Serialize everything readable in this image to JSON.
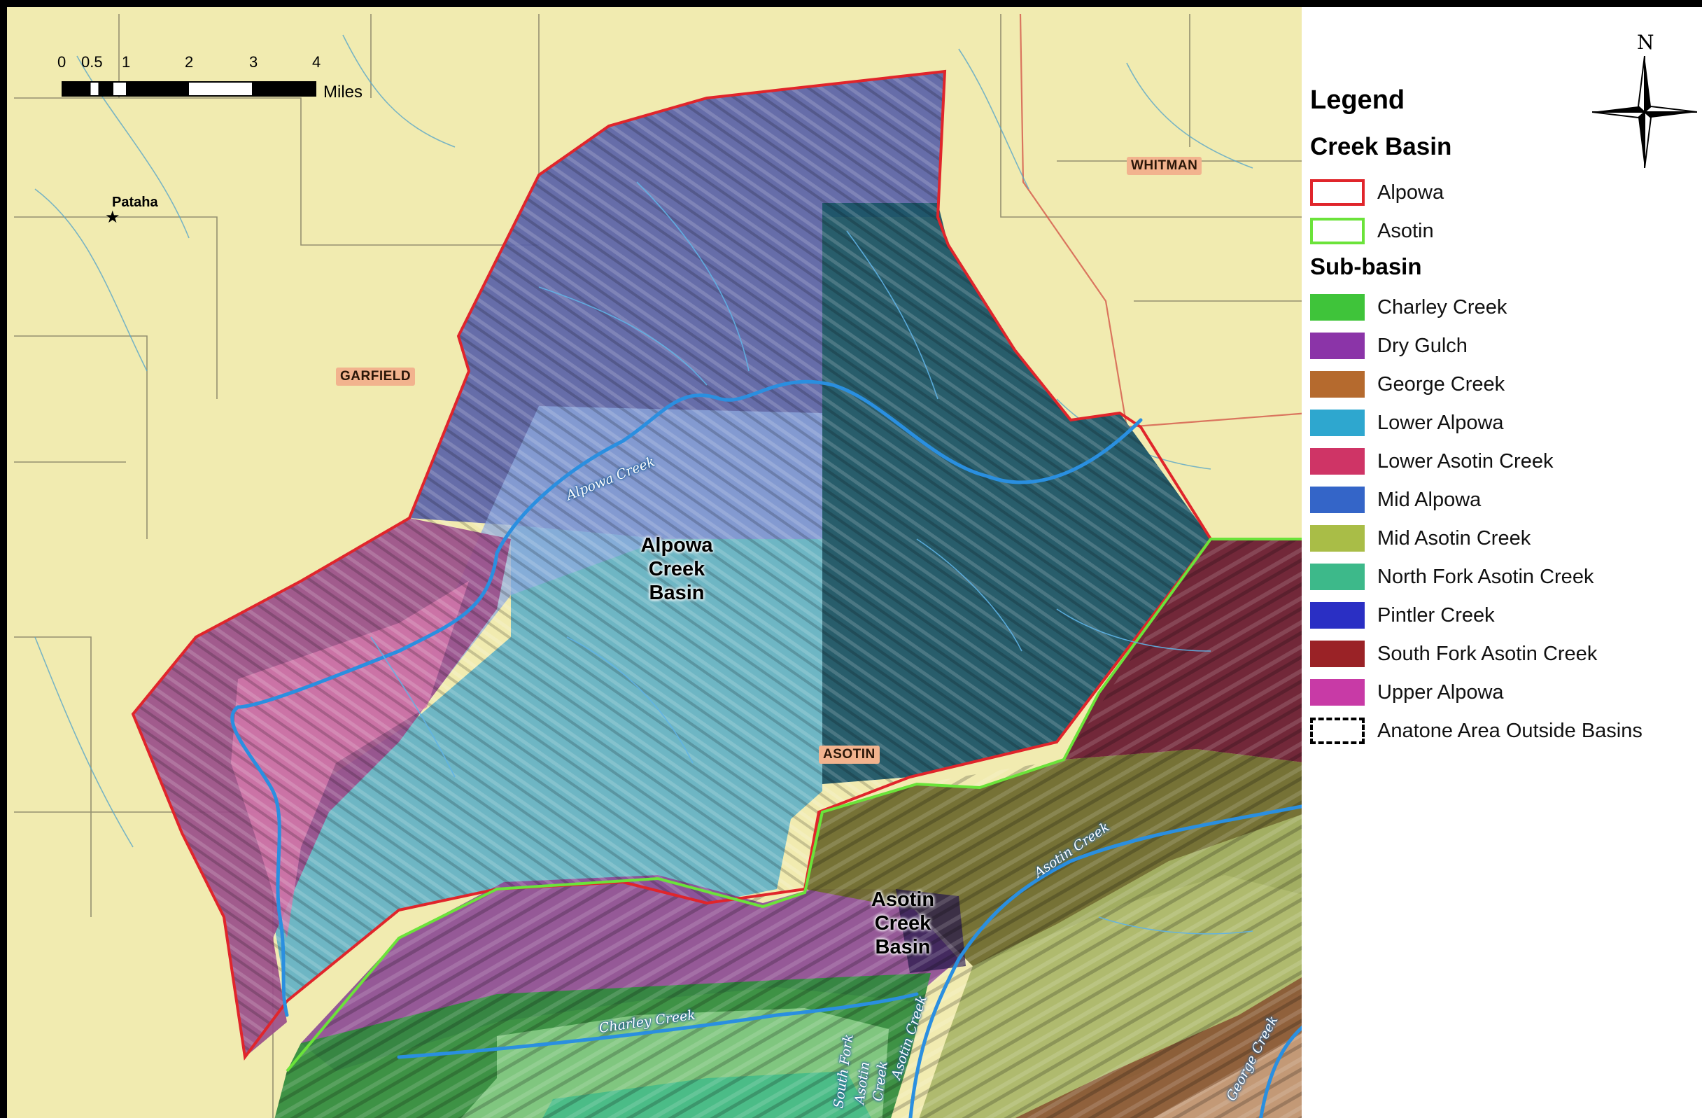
{
  "scale_bar": {
    "ticks": [
      "0",
      "0.5",
      "1",
      "2",
      "3",
      "4"
    ],
    "unit": "Miles"
  },
  "north_arrow": {
    "label": "N"
  },
  "counties": {
    "garfield": "GARFIELD",
    "whitman": "WHITMAN",
    "asotin": "ASOTIN"
  },
  "town": {
    "pataha": "Pataha"
  },
  "basins": {
    "alpowa": [
      "Alpowa",
      "Creek",
      "Basin"
    ],
    "asotin": [
      "Asotin",
      "Creek",
      "Basin"
    ]
  },
  "streams": {
    "alpowa_creek": "Alpowa Creek",
    "asotin_creek_main": "Asotin Creek",
    "asotin_creek_vertical": "Asotin Creek",
    "charley_creek": "Charley Creek",
    "george_creek": "George Creek",
    "south_fork": [
      "South Fork",
      "Asotin",
      "Creek"
    ]
  },
  "legend": {
    "title": "Legend",
    "creek_basin_title": "Creek Basin",
    "creek_basins": [
      {
        "label": "Alpowa",
        "color": "#e0252b"
      },
      {
        "label": "Asotin",
        "color": "#6be33a"
      }
    ],
    "sub_basin_title": "Sub-basin",
    "sub_basins": [
      {
        "label": "Charley Creek",
        "color": "#3fc43a"
      },
      {
        "label": "Dry Gulch",
        "color": "#8b34a8"
      },
      {
        "label": "George Creek",
        "color": "#b56a2e"
      },
      {
        "label": "Lower Alpowa",
        "color": "#2ea7cf"
      },
      {
        "label": "Lower Asotin Creek",
        "color": "#cf3466"
      },
      {
        "label": "Mid Alpowa",
        "color": "#3465c8"
      },
      {
        "label": "Mid Asotin Creek",
        "color": "#a9bd47"
      },
      {
        "label": "North Fork Asotin Creek",
        "color": "#3db98a"
      },
      {
        "label": "Pintler Creek",
        "color": "#2a2fc4"
      },
      {
        "label": "South Fork Asotin Creek",
        "color": "#9a2226"
      },
      {
        "label": "Upper Alpowa",
        "color": "#c83aa6"
      }
    ],
    "outside": {
      "label": "Anatone Area Outside Basins"
    }
  }
}
